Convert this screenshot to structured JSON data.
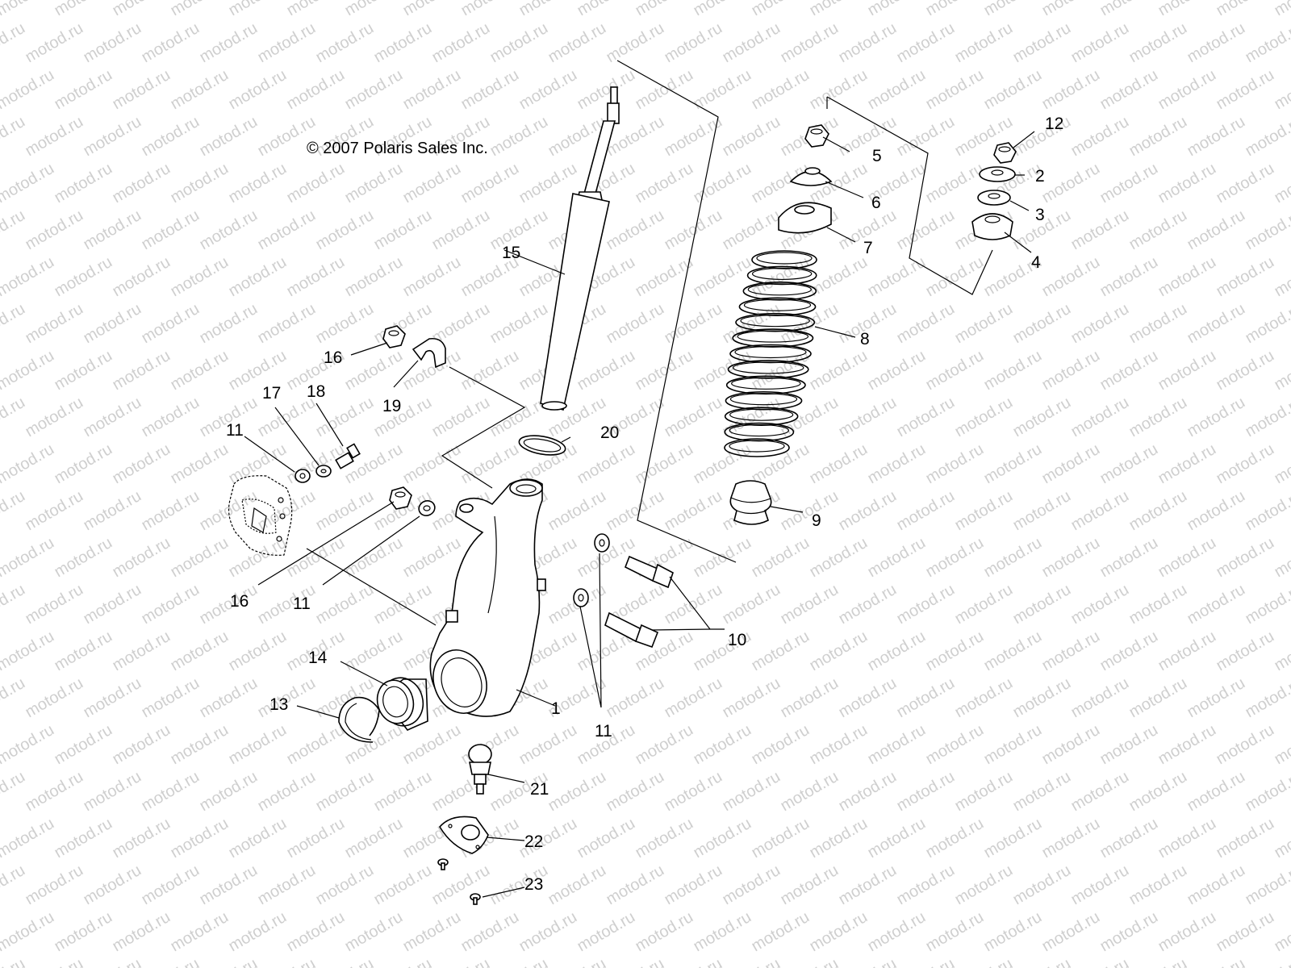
{
  "copyright": "© 2007 Polaris Sales Inc.",
  "watermark": "motod.ru",
  "callouts": {
    "c1": "1",
    "c2": "2",
    "c3": "3",
    "c4": "4",
    "c5": "5",
    "c6": "6",
    "c7": "7",
    "c8": "8",
    "c9": "9",
    "c10": "10",
    "c11a": "11",
    "c11b": "11",
    "c11c": "11",
    "c12": "12",
    "c13": "13",
    "c14": "14",
    "c15": "15",
    "c16a": "16",
    "c16b": "16",
    "c17": "17",
    "c18": "18",
    "c19": "19",
    "c20": "20",
    "c21": "21",
    "c22": "22",
    "c23": "23"
  }
}
